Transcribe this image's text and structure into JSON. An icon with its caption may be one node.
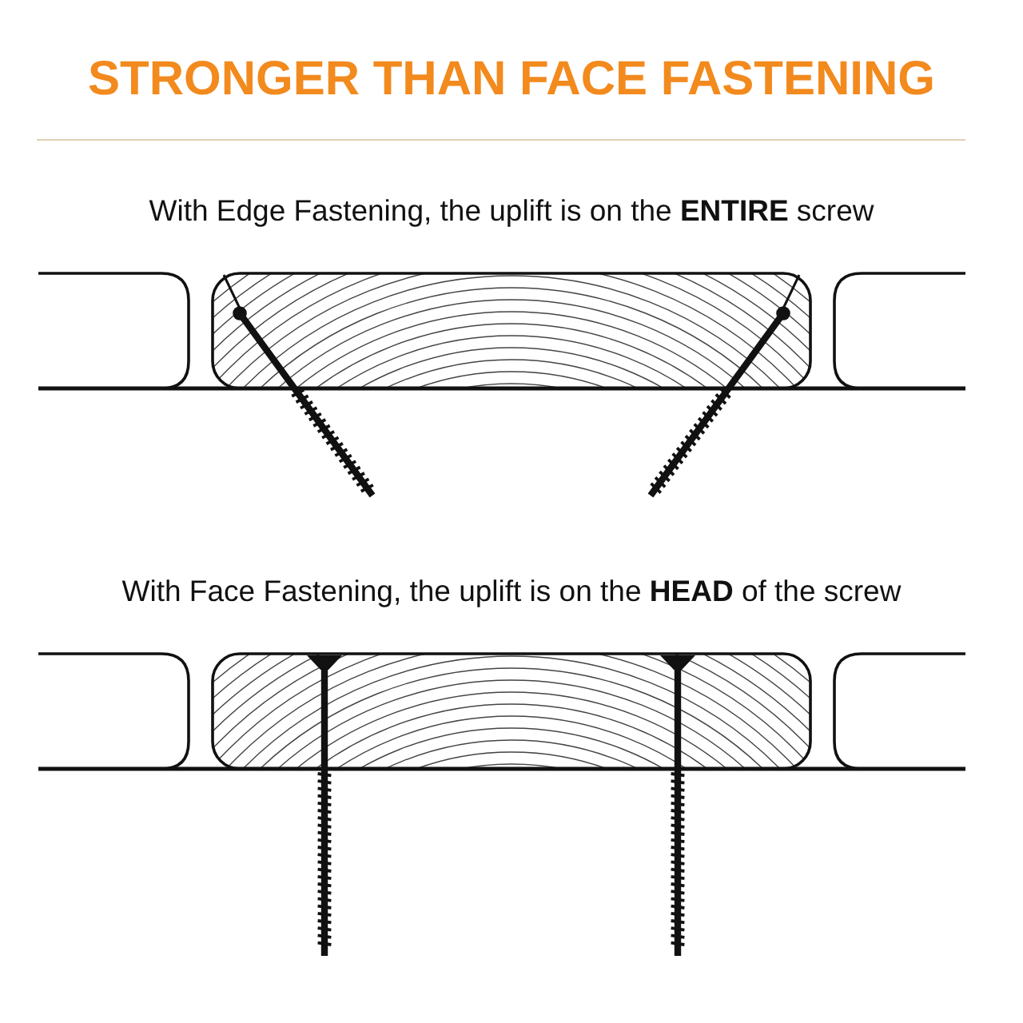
{
  "diagram": {
    "title": "STRONGER THAN FACE FASTENING",
    "labels": [
      "With Edge Fastening, the uplift is on the **ENTIRE** screw",
      "With Face Fastening, the uplift is on the **HEAD** of the screw"
    ]
  }
}
